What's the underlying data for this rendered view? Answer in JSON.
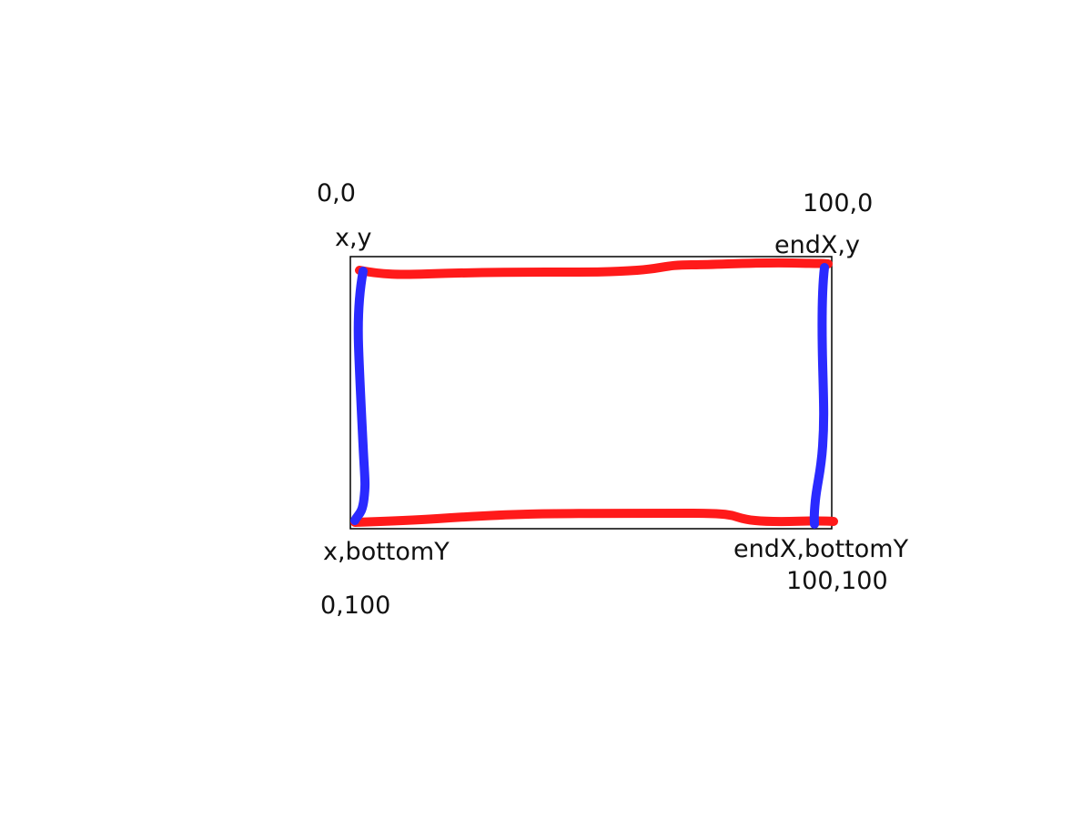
{
  "labels": {
    "origin_coord": "0,0",
    "top_left_var": "x,y",
    "top_right_coord": "100,0",
    "top_right_var": "endX,y",
    "bottom_left_var": "x,bottomY",
    "bottom_left_coord": "0,100",
    "bottom_right_var": "endX,bottomY",
    "bottom_right_coord": "100,100"
  },
  "colors": {
    "horizontal_strokes": "#ff1a1a",
    "vertical_strokes": "#2a2aff",
    "rectangle_outline": "#000000"
  }
}
